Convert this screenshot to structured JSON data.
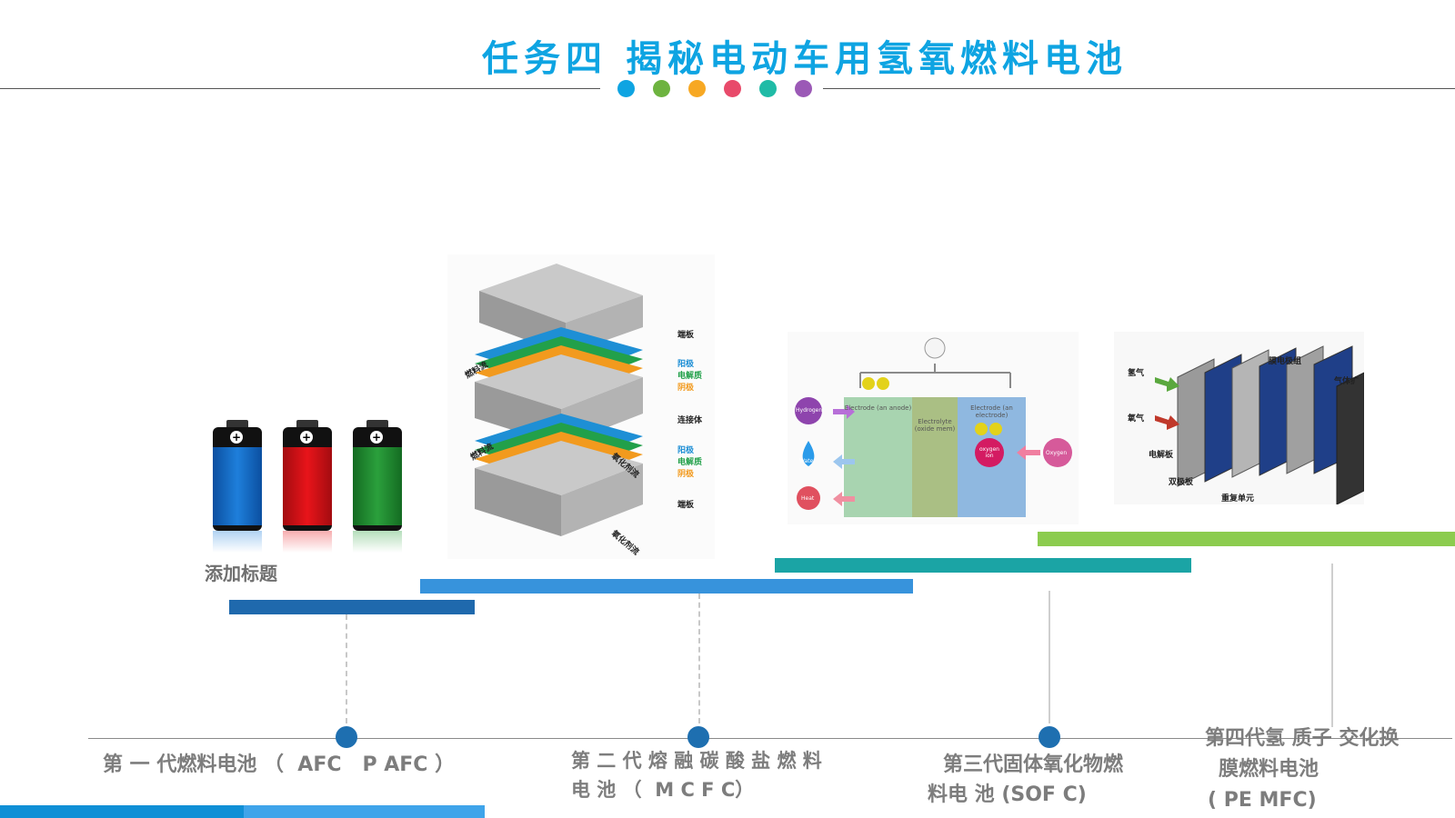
{
  "slide": {
    "title": "任务四 揭秘电动车用氢氧燃料电池",
    "dots": [
      "#0ea4e2",
      "#6db33f",
      "#f7a823",
      "#e84a6a",
      "#1fbba6",
      "#9b59b6"
    ],
    "add_title": "添加标题",
    "accent": "#1e6fb0"
  },
  "timeline": {
    "gen1": "第 一 代燃料电池 （  AFC   P AFC ）",
    "gen2_line1": "第 二 代 熔 融 碳 酸 盐 燃 料",
    "gen2_line2": "电 池 （  M C F C）",
    "gen3_line1": "第三代固体氧化物燃",
    "gen3_line2": "料电 池 (SOF C)",
    "gen4_line1": "第四代氢 质子 交化换",
    "gen4_line2": "膜燃料电池",
    "gen4_line3": "( PE MFC)"
  },
  "mcfc_diagram": {
    "labels": [
      "端板",
      "阳极",
      "电解质",
      "阴极",
      "连接体",
      "阳极",
      "电解质",
      "阴极",
      "端板"
    ],
    "flow_labels": [
      "燃料流",
      "燃料流",
      "氧化剂流",
      "氧化剂流"
    ]
  },
  "sofc_diagram": {
    "left_header": "Electrode (an anode)",
    "mid_header": "Electrolyte (oxide mem)",
    "right_header": "Electrode (an electrode)",
    "hydrogen": "Hydrogen",
    "water": "Water",
    "heat": "Heat",
    "oxygen_ion": "oxygen ion",
    "oxygen": "Oxygen",
    "electron": "e"
  },
  "pem_diagram": {
    "labels": [
      "氢气",
      "氧气",
      "电解板",
      "双极板",
      "膜电极组",
      "气体扩",
      "重复单元"
    ]
  }
}
